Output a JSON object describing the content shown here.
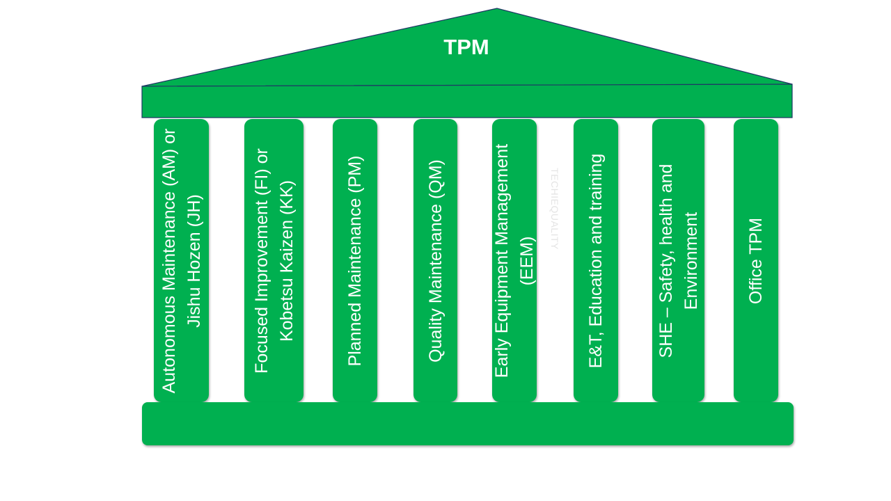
{
  "diagram": {
    "roof": {
      "title": "TPM"
    },
    "pillars": [
      {
        "label": "Autonomous Maintenance (AM) or Jishu Hozen (JH)"
      },
      {
        "label": "Focused Improvement (FI) or Kobetsu Kaizen (KK)"
      },
      {
        "label": "Planned Maintenance (PM)"
      },
      {
        "label": "Quality Maintenance (QM)"
      },
      {
        "label": "Early Equipment Management (EEM)"
      },
      {
        "label": "E&T, Education and training"
      },
      {
        "label": "SHE – Safety, health and Environment"
      },
      {
        "label": "Office TPM"
      }
    ],
    "watermark": "TECHIEQUALITY",
    "colors": {
      "fill": "#00b050",
      "stroke": "#1f3864",
      "text": "#ffffff"
    }
  }
}
